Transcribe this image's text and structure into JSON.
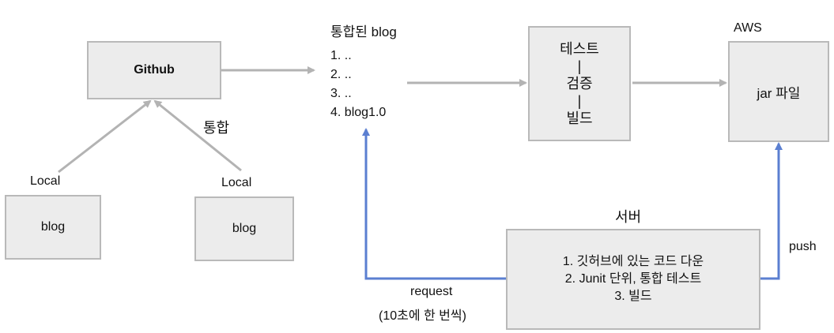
{
  "github": {
    "label": "Github"
  },
  "integrate_label": "통합",
  "local_left": {
    "tag": "Local",
    "box": "blog"
  },
  "local_right": {
    "tag": "Local",
    "box": "blog"
  },
  "integrated": {
    "title": "통합된 blog",
    "items": [
      "1. ..",
      "2. ..",
      "3. ..",
      "4. blog1.0"
    ]
  },
  "pipeline": {
    "step1": "테스트",
    "sep1": "|",
    "step2": "검증",
    "sep2": "|",
    "step3": "빌드"
  },
  "aws": {
    "tag": "AWS",
    "box": "jar 파일"
  },
  "server": {
    "title": "서버",
    "lines": [
      "1. 깃허브에 있는 코드 다운",
      "2. Junit 단위, 통합 테스트",
      "3. 빌드"
    ]
  },
  "request": {
    "line1": "request",
    "line2": "(10초에 한 번씩)"
  },
  "push_label": "push",
  "colors": {
    "gray_arrow": "#b3b3b3",
    "blue_arrow": "#5b7fd1",
    "box_fill": "#ececec",
    "box_border": "#b9b9b9"
  }
}
